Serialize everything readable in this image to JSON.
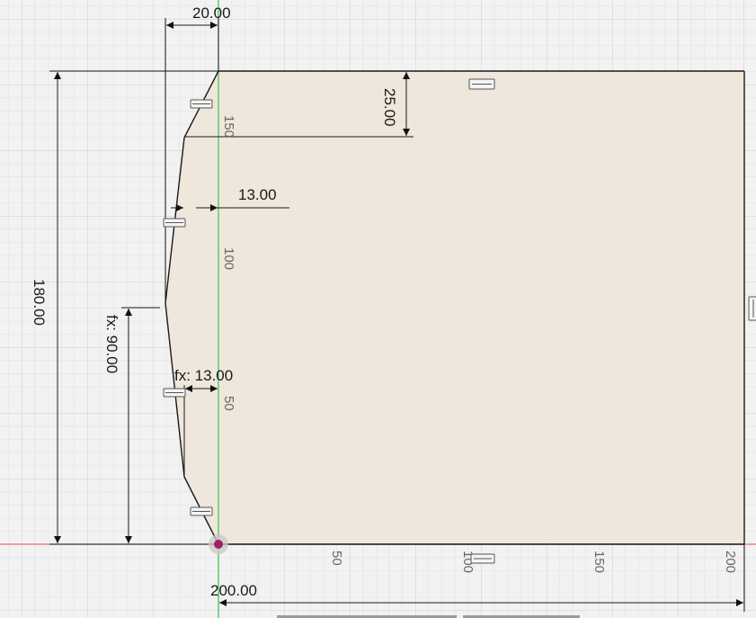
{
  "sketch": {
    "profile_fill": "#efe6dc",
    "grid_color": "#d7d7d7",
    "axis_x_color": "#e07070",
    "axis_y_color": "#3cc050",
    "origin_color": "#a0206a"
  },
  "dimensions": {
    "top_width": "20.00",
    "top_offset": "25.00",
    "upper_inset": "13.00",
    "height": "180.00",
    "mid_height": "fx: 90.00",
    "lower_inset": "fx: 13.00",
    "width": "200.00"
  },
  "axis_labels": {
    "y_150": "150",
    "y_100": "100",
    "y_50": "50",
    "x_50": "50",
    "x_100": "100",
    "x_150": "150",
    "x_200": "200"
  },
  "icons": [
    "constraint-icon"
  ]
}
